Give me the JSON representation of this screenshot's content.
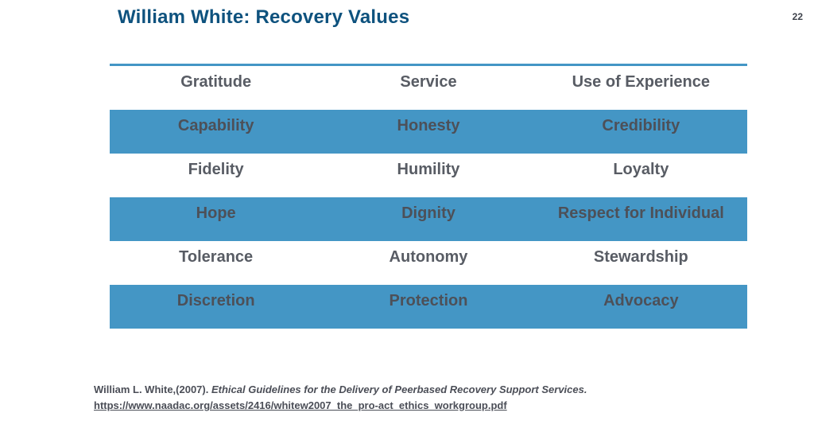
{
  "page": {
    "number": "22"
  },
  "header": {
    "title": "William White: Recovery Values"
  },
  "table": {
    "rows": [
      {
        "highlight": false,
        "cells": [
          "Gratitude",
          "Service",
          "Use of Experience"
        ]
      },
      {
        "highlight": true,
        "cells": [
          "Capability",
          "Honesty",
          "Credibility"
        ]
      },
      {
        "highlight": false,
        "cells": [
          "Fidelity",
          "Humility",
          "Loyalty"
        ]
      },
      {
        "highlight": true,
        "cells": [
          "Hope",
          "Dignity",
          "Respect for Individual"
        ]
      },
      {
        "highlight": false,
        "cells": [
          "Tolerance",
          "Autonomy",
          "Stewardship"
        ]
      },
      {
        "highlight": true,
        "cells": [
          "Discretion",
          "Protection",
          "Advocacy"
        ]
      }
    ]
  },
  "footer": {
    "citation_plain": "William L. White,(2007). ",
    "citation_italic": "Ethical Guidelines for the Delivery of Peerbased Recovery Support Services.",
    "link_text": "https://www.naadac.org/assets/2416/whitew2007_the_pro-act_ethics_workgroup.pdf"
  },
  "colors": {
    "accent_blue": "#4496c5",
    "title_blue": "#0e527e",
    "text_gray": "#585c64",
    "citation_gray": "#4b4e57"
  }
}
